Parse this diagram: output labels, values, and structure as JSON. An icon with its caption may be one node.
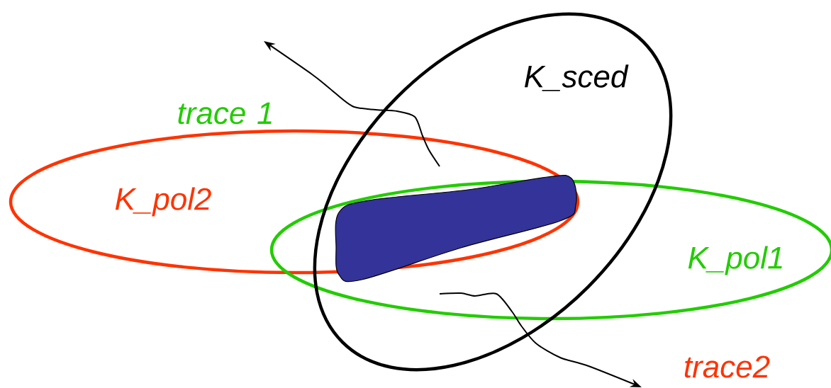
{
  "diagram": {
    "nodes": [
      {
        "text": [
          "K_pol2"
        ]
      },
      {
        "text": [
          "K_pol1"
        ]
      },
      {
        "text": [
          "K_sced"
        ]
      },
      {
        "text": [],
        "shape": "blob"
      }
    ],
    "edges": [
      {
        "from": 3,
        "to": null,
        "arrow": "to",
        "label": "trace 1"
      },
      {
        "from": 3,
        "to": null,
        "arrow": "to",
        "label": "trace2"
      }
    ]
  }
}
